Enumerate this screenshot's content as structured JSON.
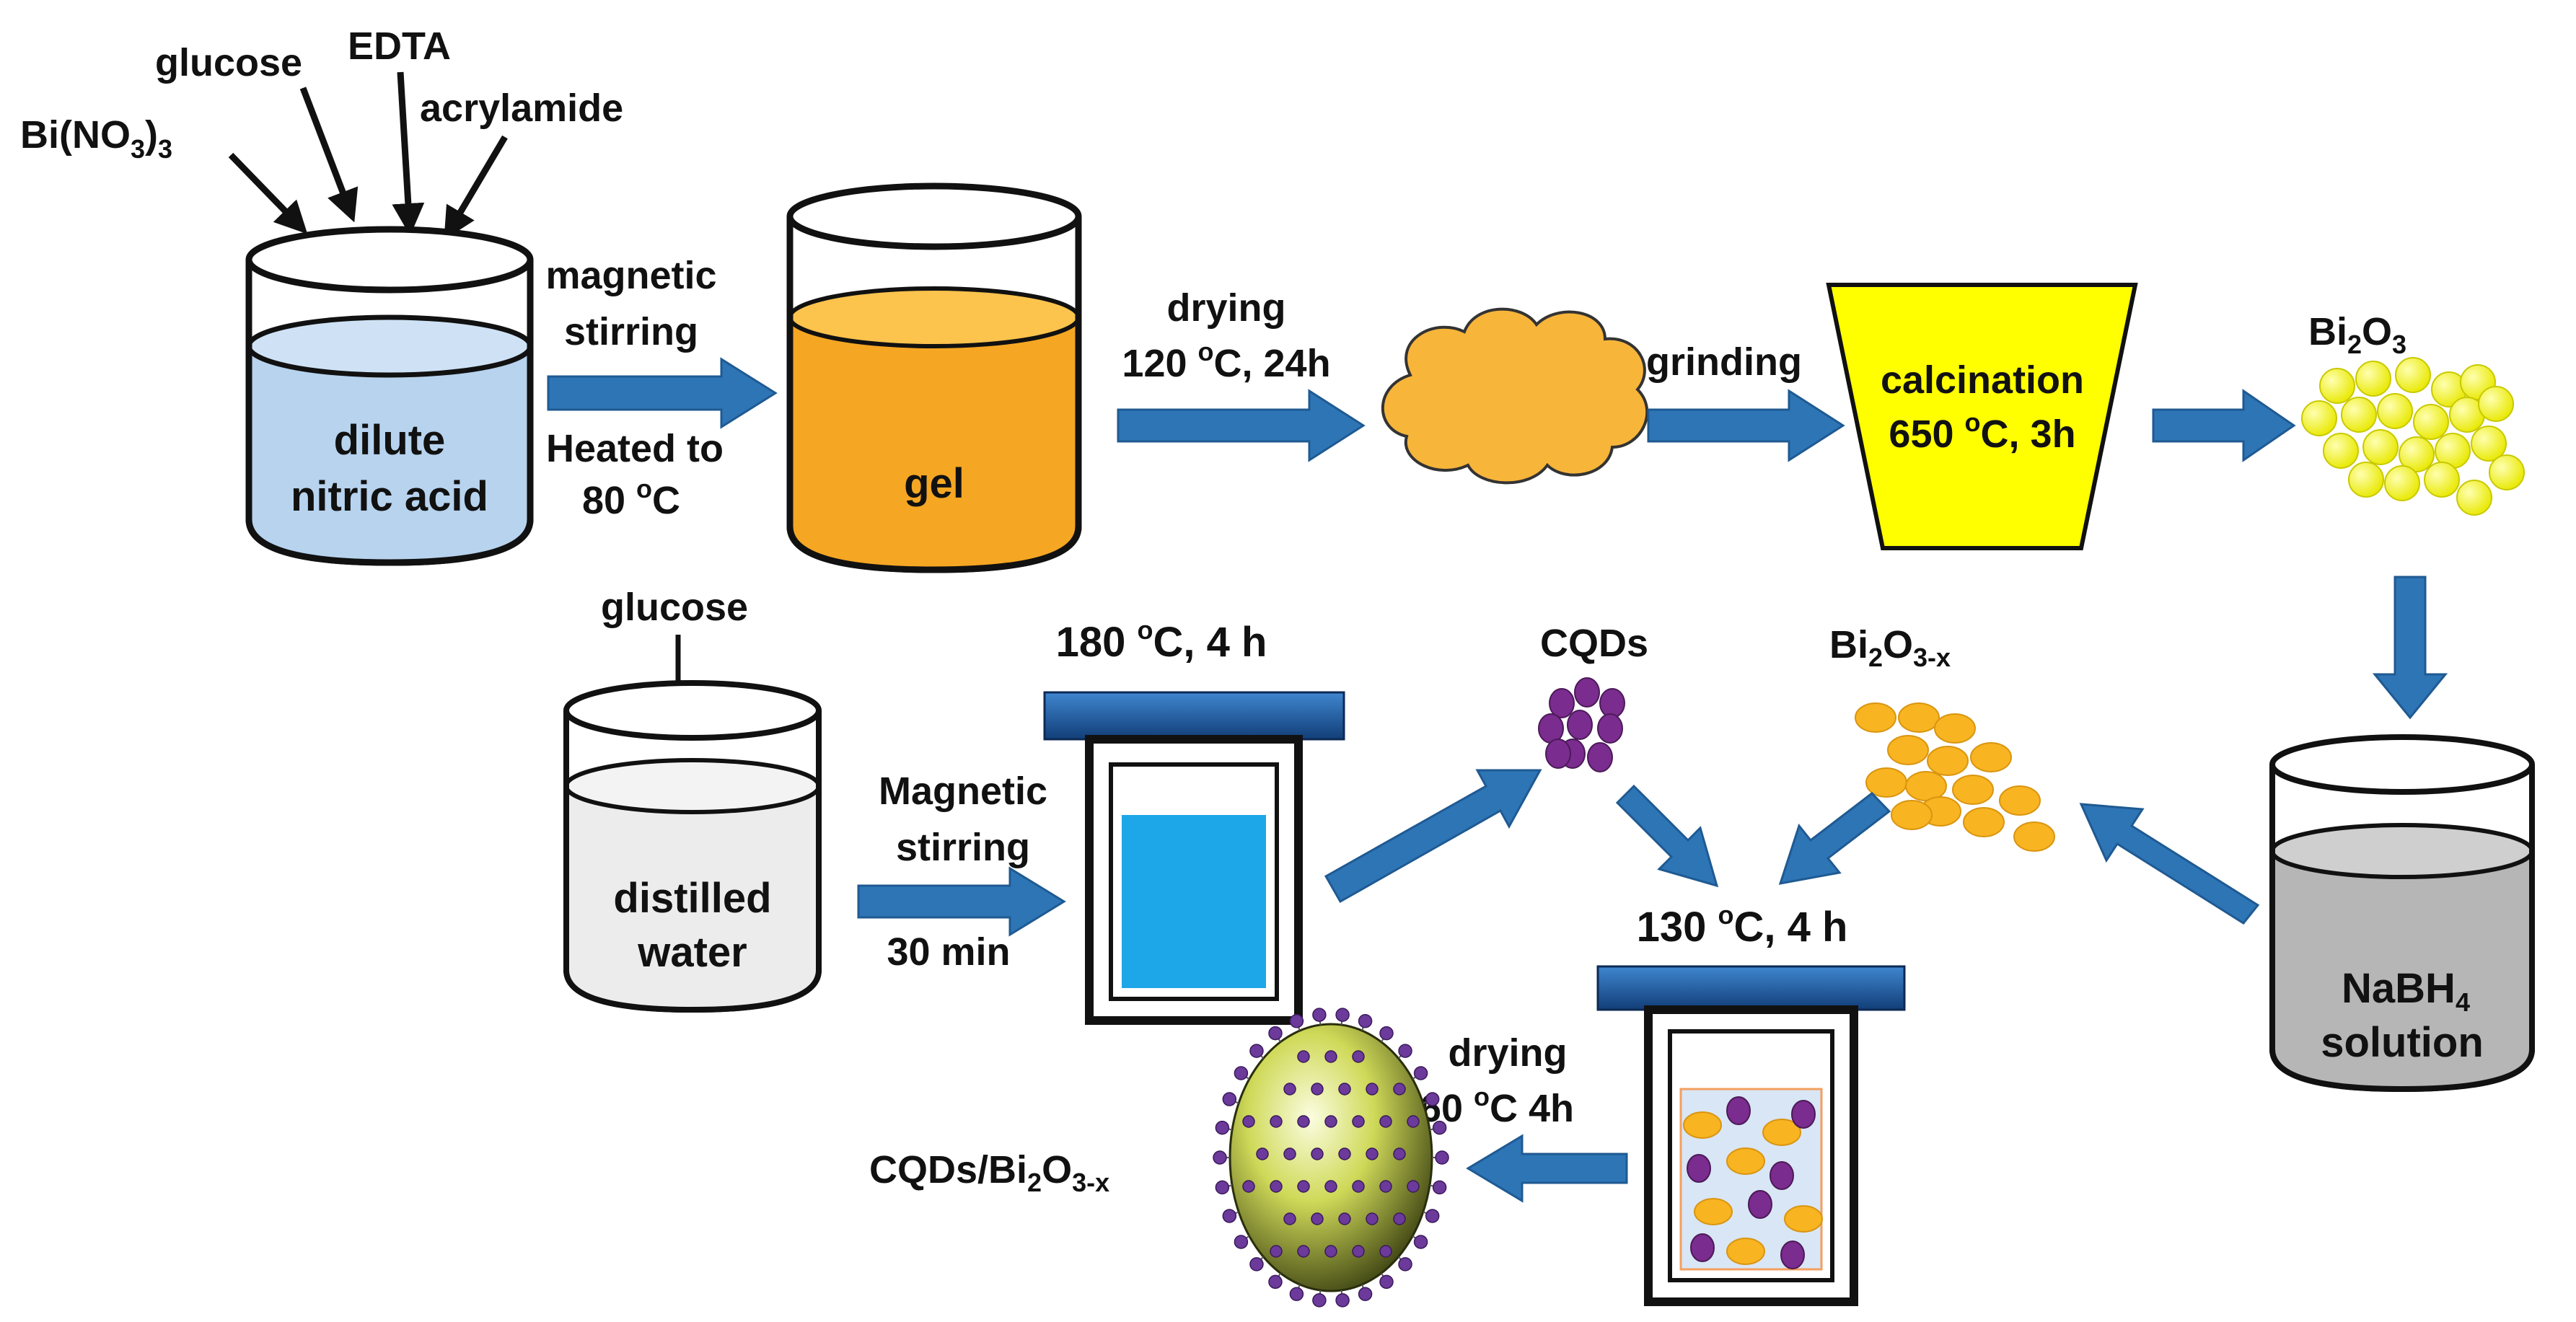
{
  "reagents": {
    "bi_nitrate_prefix": "Bi(NO",
    "bi_nitrate_sub1": "3",
    "bi_nitrate_close": ")",
    "bi_nitrate_sub2": "3",
    "glucose": "glucose",
    "edta": "EDTA",
    "acrylamide": "acrylamide"
  },
  "beaker_acid": {
    "line1": "dilute",
    "line2": "nitric acid"
  },
  "step_stir": {
    "line1": "magnetic",
    "line2": "stirring",
    "line3": "Heated to",
    "line4_value": "80 ",
    "line4_sup": "o",
    "line4_unit": "C"
  },
  "beaker_gel": {
    "label": "gel"
  },
  "step_dry1": {
    "line1": "drying",
    "line2_value": "120 ",
    "line2_sup": "o",
    "line2_unit": "C, 24h"
  },
  "step_grind": {
    "label": "grinding"
  },
  "furnace": {
    "line1": "calcination",
    "line2_value": "650 ",
    "line2_sup": "o",
    "line2_unit": "C, 3h"
  },
  "bi2o3": {
    "base": "Bi",
    "sub1": "2",
    "mid": "O",
    "sub2": "3"
  },
  "beaker_water": {
    "glucose": "glucose",
    "line1": "distilled",
    "line2": "water"
  },
  "step_stir2": {
    "line1": "Magnetic",
    "line2": "stirring",
    "line3": "30 min"
  },
  "autoclave1": {
    "label_value": "180 ",
    "label_sup": "o",
    "label_unit": "C, 4 h"
  },
  "cqds": {
    "label": "CQDs"
  },
  "bi2o3x": {
    "base": "Bi",
    "sub1": "2",
    "mid": "O",
    "sub2": "3-x"
  },
  "beaker_nabh4": {
    "line1_base": "NaBH",
    "line1_sub": "4",
    "line2": "solution"
  },
  "autoclave2": {
    "label_value": "130 ",
    "label_sup": "o",
    "label_unit": "C, 4 h"
  },
  "step_dry2": {
    "line1": "drying",
    "line2_value": "60 ",
    "line2_sup": "o",
    "line2_unit": "C  4h"
  },
  "product": {
    "base": "CQDs/Bi",
    "sub1": "2",
    "mid": "O",
    "sub2": "3-x"
  },
  "colors": {
    "arrow": "#2e75b6",
    "acid_liquid": "#b7d3ee",
    "gel_liquid": "#f5a623",
    "cloud": "#f7b53a",
    "furnace": "#ffff00",
    "bi2o3_particle": "#f3f300",
    "bi2o3x_particle": "#f8b421",
    "cqd": "#7b2c8f",
    "autoclave_lid": "#1e5fa6",
    "water_fill": "#1ea7e8",
    "nabh4_liquid": "#b6b6b6",
    "sphere": "#c9d64a"
  }
}
